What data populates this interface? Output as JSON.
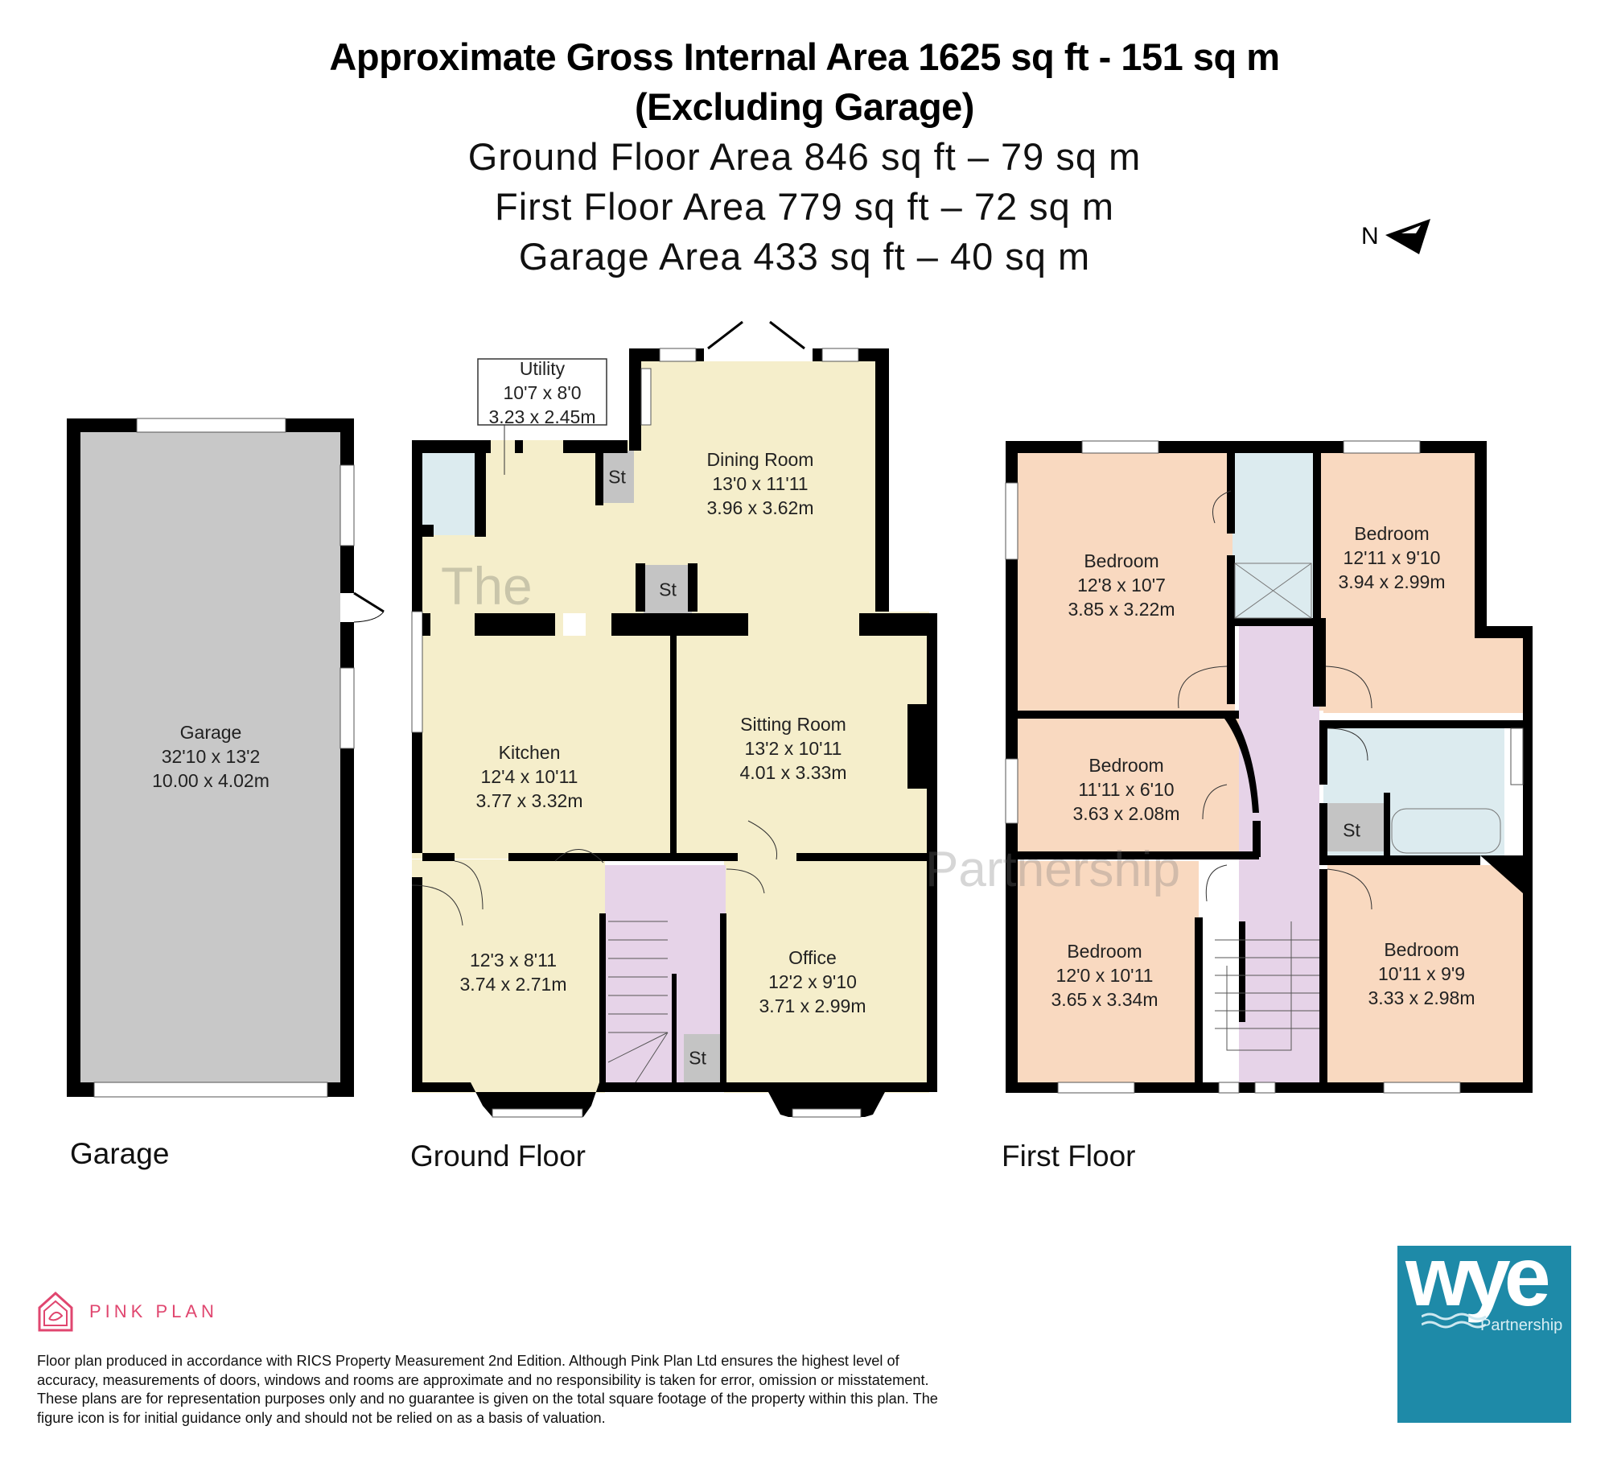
{
  "header": {
    "title_line1": "Approximate Gross Internal Area 1625 sq ft - 151 sq m",
    "title_line2": "(Excluding Garage)",
    "areas": [
      "Ground Floor Area 846 sq ft – 79 sq m",
      "First Floor Area 779 sq ft – 72 sq m",
      "Garage Area 433 sq ft – 40 sq m"
    ]
  },
  "compass": {
    "label": "N",
    "icon": "north-arrow-icon"
  },
  "colors": {
    "wall": "#000000",
    "garage_fill": "#c8c8c8",
    "living_fill": "#f5eecb",
    "bedroom_fill": "#f9d9c0",
    "bathroom_fill": "#dcebef",
    "landing_fill": "#e6d3e8",
    "store_fill": "#c4c4c4",
    "pink_plan": "#e0466f",
    "wye_blue": "#1e8aa8"
  },
  "floors": {
    "garage": {
      "label": "Garage",
      "rooms": [
        {
          "name": "Garage",
          "imperial": "32'10 x 13'2",
          "metric": "10.00 x 4.02m"
        }
      ]
    },
    "ground": {
      "label": "Ground Floor",
      "rooms": [
        {
          "name": "Utility",
          "imperial": "10'7 x 8'0",
          "metric": "3.23 x 2.45m"
        },
        {
          "name": "Dining Room",
          "imperial": "13'0 x 11'11",
          "metric": "3.96 x 3.62m"
        },
        {
          "name": "Kitchen",
          "imperial": "12'4 x 10'11",
          "metric": "3.77 x 3.32m"
        },
        {
          "name": "Sitting Room",
          "imperial": "13'2 x 10'11",
          "metric": "4.01 x 3.33m"
        },
        {
          "name": "",
          "imperial": "12'3 x 8'11",
          "metric": "3.74 x 2.71m"
        },
        {
          "name": "Office",
          "imperial": "12'2 x 9'10",
          "metric": "3.71 x 2.99m"
        }
      ],
      "stores": [
        "St",
        "St",
        "St"
      ]
    },
    "first": {
      "label": "First Floor",
      "rooms": [
        {
          "name": "Bedroom",
          "imperial": "12'8 x 10'7",
          "metric": "3.85 x 3.22m"
        },
        {
          "name": "Bedroom",
          "imperial": "12'11 x 9'10",
          "metric": "3.94 x 2.99m"
        },
        {
          "name": "Bedroom",
          "imperial": "11'11 x 6'10",
          "metric": "3.63 x 2.08m"
        },
        {
          "name": "Bedroom",
          "imperial": "12'0 x 10'11",
          "metric": "3.65 x 3.34m"
        },
        {
          "name": "Bedroom",
          "imperial": "10'11 x 9'9",
          "metric": "3.33 x 2.98m"
        }
      ],
      "stores": [
        "St"
      ]
    }
  },
  "watermark": {
    "the": "The",
    "partnership": "Partnership"
  },
  "footer": {
    "pink_plan_label": "PINK PLAN",
    "disclaimer": "Floor plan produced in accordance with RICS Property Measurement 2nd Edition. Although Pink Plan Ltd ensures the highest level of accuracy, measurements of doors, windows and rooms are approximate and no responsibility is taken for error, omission or misstatement. These plans are for representation purposes only and no guarantee is given on the total square footage of the property within this plan. The figure icon is for initial guidance only and should not be relied on as a basis of valuation.",
    "wye_logo_word": "wye",
    "wye_logo_sub": "Partnership"
  }
}
